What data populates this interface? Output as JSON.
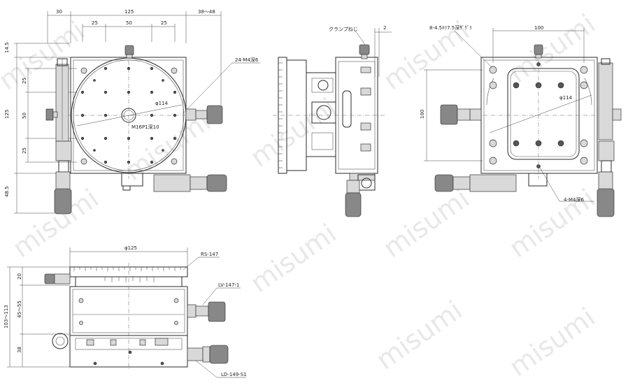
{
  "watermark": "misumi",
  "top_left_view": {
    "dim_top": [
      "30",
      "125",
      "38〜48"
    ],
    "dim_second": [
      "25",
      "50",
      "25"
    ],
    "dim_left": [
      "14.5",
      "25",
      "50",
      "25",
      "48.5"
    ],
    "dim_left_total": "125",
    "circle_dia": "φ114",
    "center_hole": "M16P1深10",
    "hole_callout": "24-M4深6"
  },
  "top_mid_view": {
    "clamp_label": "クランプねじ",
    "dim_2": "2"
  },
  "top_right_view": {
    "cbore_label": "8-4.5ｷﾘ7.5深ｻﾞｸﾞﾘ",
    "dim_top": "100",
    "dim_left": "100",
    "circle_dia": "φ114",
    "tap_label": "4-M4深6"
  },
  "bottom_view": {
    "dia_top": "φ125",
    "part_rs": "RS-147",
    "part_lv": "LV-147-1",
    "part_ld": "LD-149-S1",
    "dim_left_total": "103〜113",
    "dim_left": [
      "20",
      "45〜55",
      "38"
    ]
  }
}
